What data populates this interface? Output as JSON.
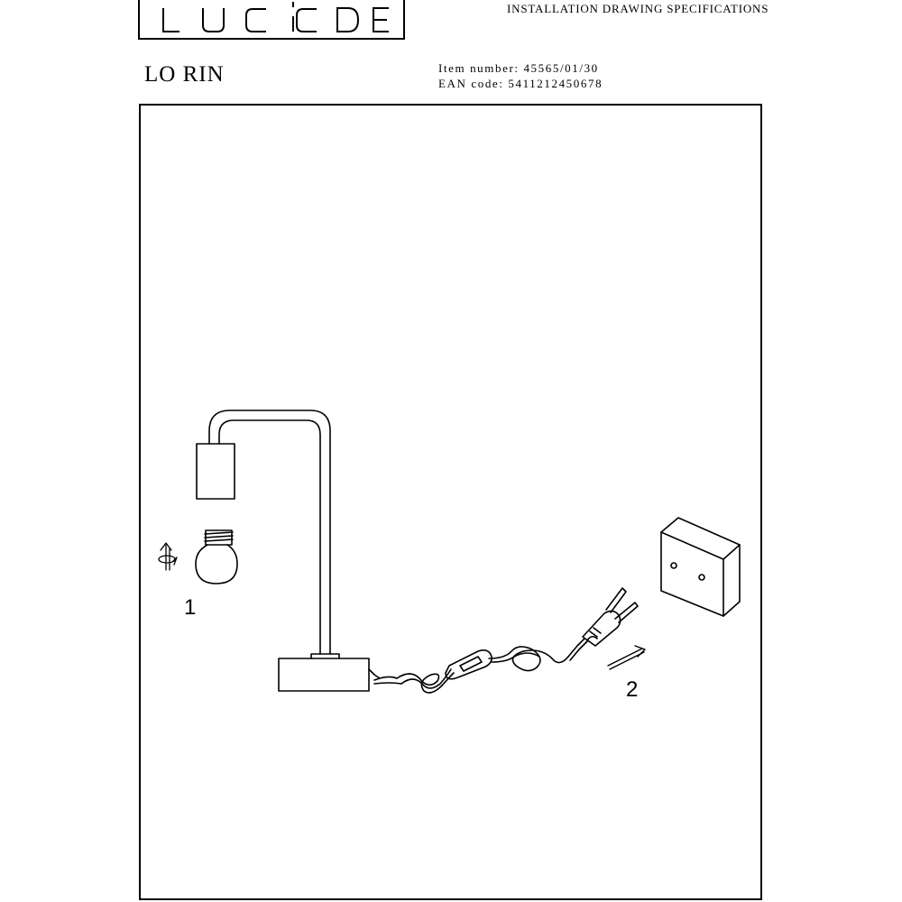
{
  "logo": {
    "text": "LUCIDE"
  },
  "header": {
    "doc_title": "INSTALLATION DRAWING SPECIFICATIONS",
    "product_name": "LO RIN",
    "item_number_line": "Item number: 45565/01/30",
    "ean_line": "EAN code: 5411212450678"
  },
  "steps": [
    {
      "label": "1"
    },
    {
      "label": "2"
    }
  ],
  "icons": {
    "bulb_install": "screw-in-rotate-icon",
    "plug_direction": "arrow-icon"
  },
  "colors": {
    "line": "#000000",
    "background": "#ffffff"
  }
}
